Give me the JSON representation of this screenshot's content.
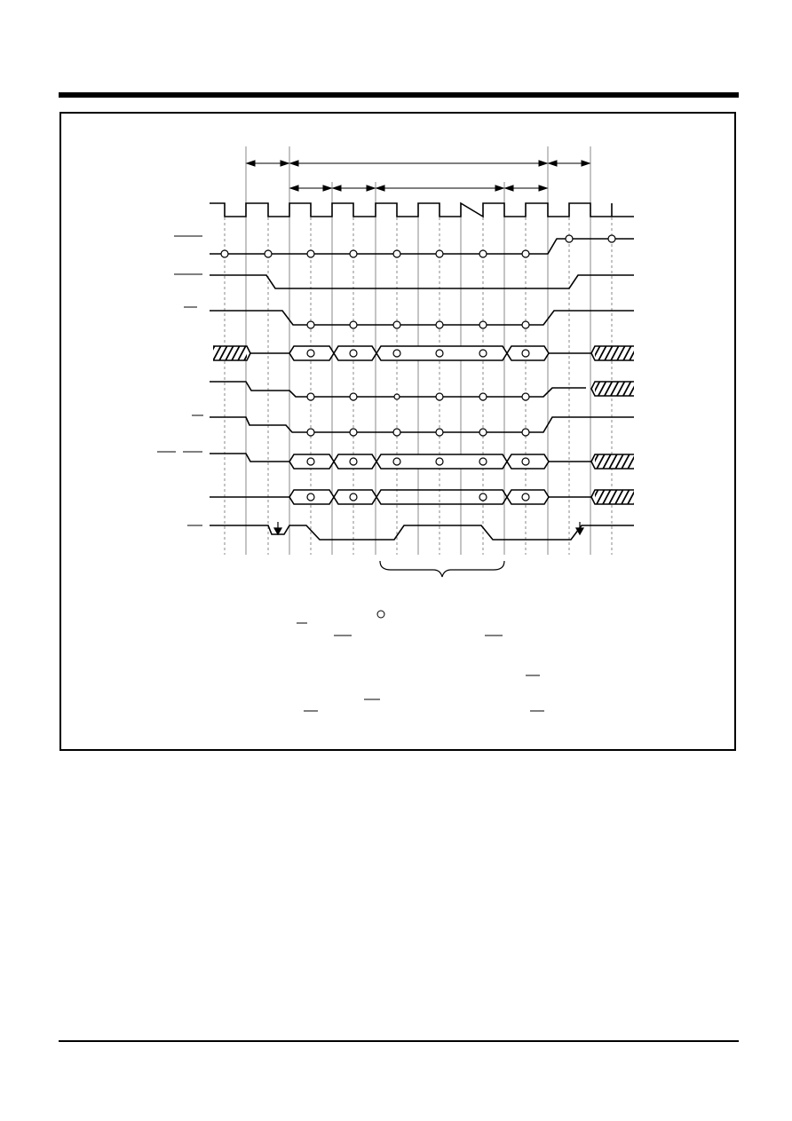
{
  "diagram": {
    "kind": "timing-diagram",
    "signals": [
      {
        "key": "clk",
        "wave": "clock"
      },
      {
        "key": "s1",
        "wave": "circles-level-change"
      },
      {
        "key": "s2",
        "wave": "low-pulse"
      },
      {
        "key": "s3",
        "wave": "circles-low"
      },
      {
        "key": "bus1",
        "wave": "bus"
      },
      {
        "key": "s4",
        "wave": "circles-dots"
      },
      {
        "key": "s5",
        "wave": "circles-low"
      },
      {
        "key": "bus2",
        "wave": "bus"
      },
      {
        "key": "bus3",
        "wave": "bus-gap"
      },
      {
        "key": "strobe",
        "wave": "strobe-with-arrows"
      }
    ],
    "colors": {
      "line": "#000000",
      "guide": "#8a8a8a",
      "paper": "#ffffff"
    }
  }
}
